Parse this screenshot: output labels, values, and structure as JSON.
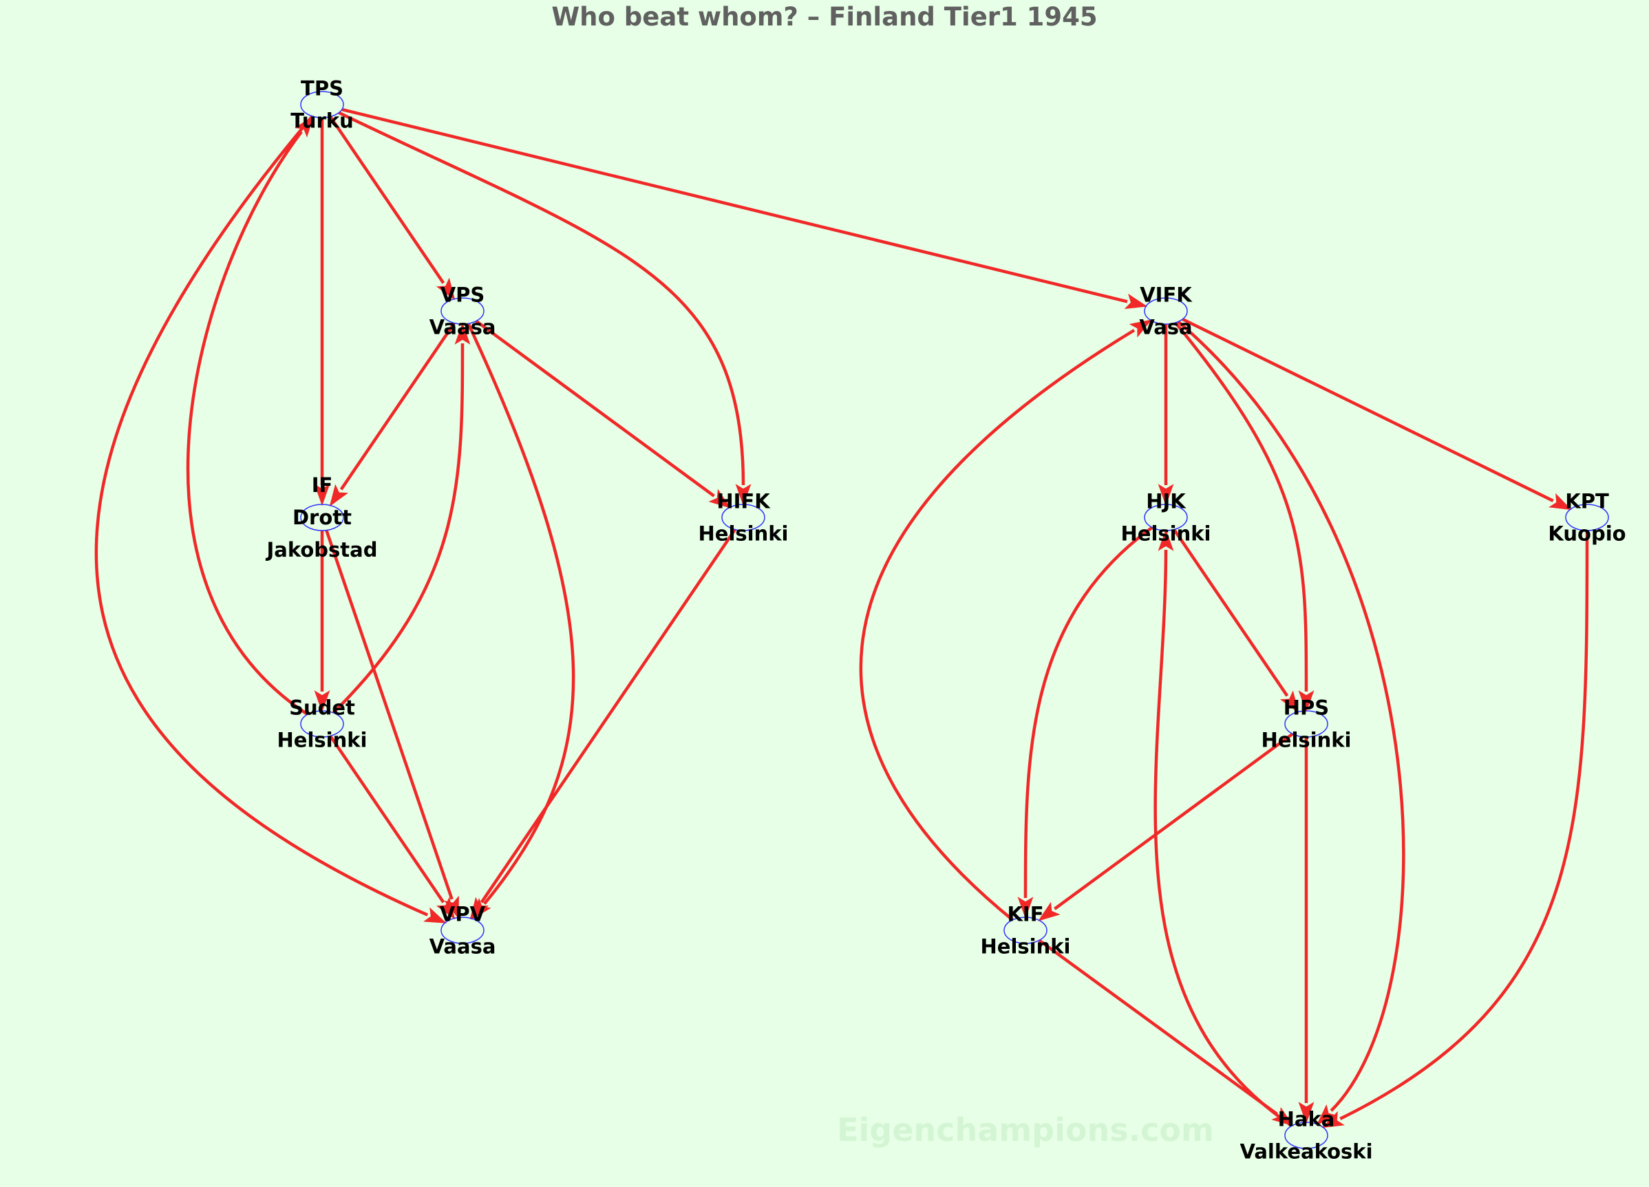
{
  "title": "Who beat whom? – Finland Tier1 1945",
  "watermark": "Eigenchampions.com",
  "colors": {
    "background": "#e6ffe6",
    "edge": "#f02828",
    "node": "#3333ff",
    "title": "#606060"
  },
  "nodes": [
    {
      "id": "TPS",
      "lines": [
        "TPS",
        "Turku"
      ]
    },
    {
      "id": "VPS",
      "lines": [
        "VPS",
        "Vaasa"
      ]
    },
    {
      "id": "IF",
      "lines": [
        "IF",
        "Drott",
        "Jakobstad"
      ]
    },
    {
      "id": "Sudet",
      "lines": [
        "Sudet",
        "Helsinki"
      ]
    },
    {
      "id": "HIFK",
      "lines": [
        "HIFK",
        "Helsinki"
      ]
    },
    {
      "id": "VPV",
      "lines": [
        "VPV",
        "Vaasa"
      ]
    },
    {
      "id": "VIFK",
      "lines": [
        "VIFK",
        "Vasa"
      ]
    },
    {
      "id": "HJK",
      "lines": [
        "HJK",
        "Helsinki"
      ]
    },
    {
      "id": "KPT",
      "lines": [
        "KPT",
        "Kuopio"
      ]
    },
    {
      "id": "HPS",
      "lines": [
        "HPS",
        "Helsinki"
      ]
    },
    {
      "id": "KIF",
      "lines": [
        "KIF",
        "Helsinki"
      ]
    },
    {
      "id": "Haka",
      "lines": [
        "Haka",
        "Valkeakoski"
      ]
    }
  ],
  "edges": [
    [
      "TPS",
      "IF"
    ],
    [
      "TPS",
      "VPS"
    ],
    [
      "TPS",
      "HIFK"
    ],
    [
      "TPS",
      "VIFK"
    ],
    [
      "TPS",
      "VPV"
    ],
    [
      "VPS",
      "IF"
    ],
    [
      "VPS",
      "HIFK"
    ],
    [
      "VPS",
      "VPV"
    ],
    [
      "IF",
      "Sudet"
    ],
    [
      "IF",
      "VPV"
    ],
    [
      "Sudet",
      "TPS"
    ],
    [
      "Sudet",
      "VPS"
    ],
    [
      "Sudet",
      "VPV"
    ],
    [
      "HIFK",
      "VPV"
    ],
    [
      "VIFK",
      "HJK"
    ],
    [
      "VIFK",
      "HPS"
    ],
    [
      "VIFK",
      "KPT"
    ],
    [
      "VIFK",
      "Haka"
    ],
    [
      "HJK",
      "HPS"
    ],
    [
      "HJK",
      "KIF"
    ],
    [
      "HPS",
      "KIF"
    ],
    [
      "HPS",
      "Haka"
    ],
    [
      "KIF",
      "VIFK"
    ],
    [
      "KIF",
      "Haka"
    ],
    [
      "KPT",
      "Haka"
    ],
    [
      "Haka",
      "HJK"
    ]
  ]
}
